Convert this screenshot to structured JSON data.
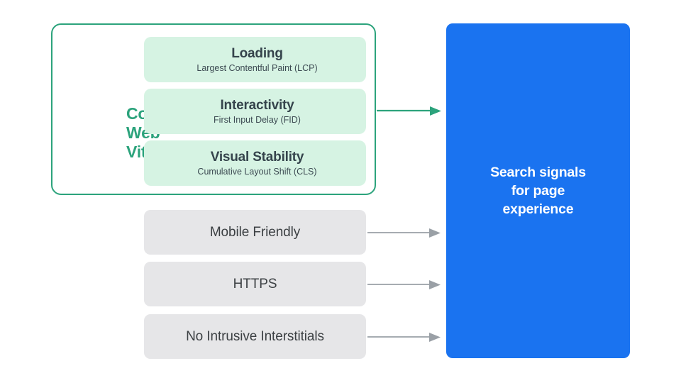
{
  "diagram": {
    "title": "Search signals for page experience",
    "colors": {
      "green_accent": "#2CA37C",
      "mint_card": "#D6F3E3",
      "gray_card": "#E6E6E8",
      "blue_box": "#1A73F0",
      "dark_text": "#3C4043",
      "gray_arrow": "#9AA0A6",
      "white": "#FFFFFF"
    },
    "core_web_vitals": {
      "group_label": "Core\nWeb\nVitals",
      "group_label_lines": [
        "Core",
        "Web",
        "Vitals"
      ],
      "metrics": [
        {
          "title": "Loading",
          "subtitle": "Largest Contentful Paint (LCP)"
        },
        {
          "title": "Interactivity",
          "subtitle": "First Input Delay (FID)"
        },
        {
          "title": "Visual Stability",
          "subtitle": "Cumulative Layout Shift (CLS)"
        }
      ]
    },
    "other_signals": [
      {
        "label": "Mobile Friendly"
      },
      {
        "label": "HTTPS"
      },
      {
        "label": "No Intrusive Interstitials"
      }
    ],
    "destination": {
      "label": "Search signals\nfor page\nexperience"
    },
    "arrows": [
      {
        "name": "core-web-vitals-arrow",
        "color": "#2CA37C",
        "from": "core-web-vitals-container",
        "to": "search-signals-box"
      },
      {
        "name": "mobile-friendly-arrow",
        "color": "#9AA0A6",
        "from": "mobile-friendly-card",
        "to": "search-signals-box"
      },
      {
        "name": "https-arrow",
        "color": "#9AA0A6",
        "from": "https-card",
        "to": "search-signals-box"
      },
      {
        "name": "no-intrusive-interstitials-arrow",
        "color": "#9AA0A6",
        "from": "no-intrusive-interstitials-card",
        "to": "search-signals-box"
      }
    ]
  }
}
